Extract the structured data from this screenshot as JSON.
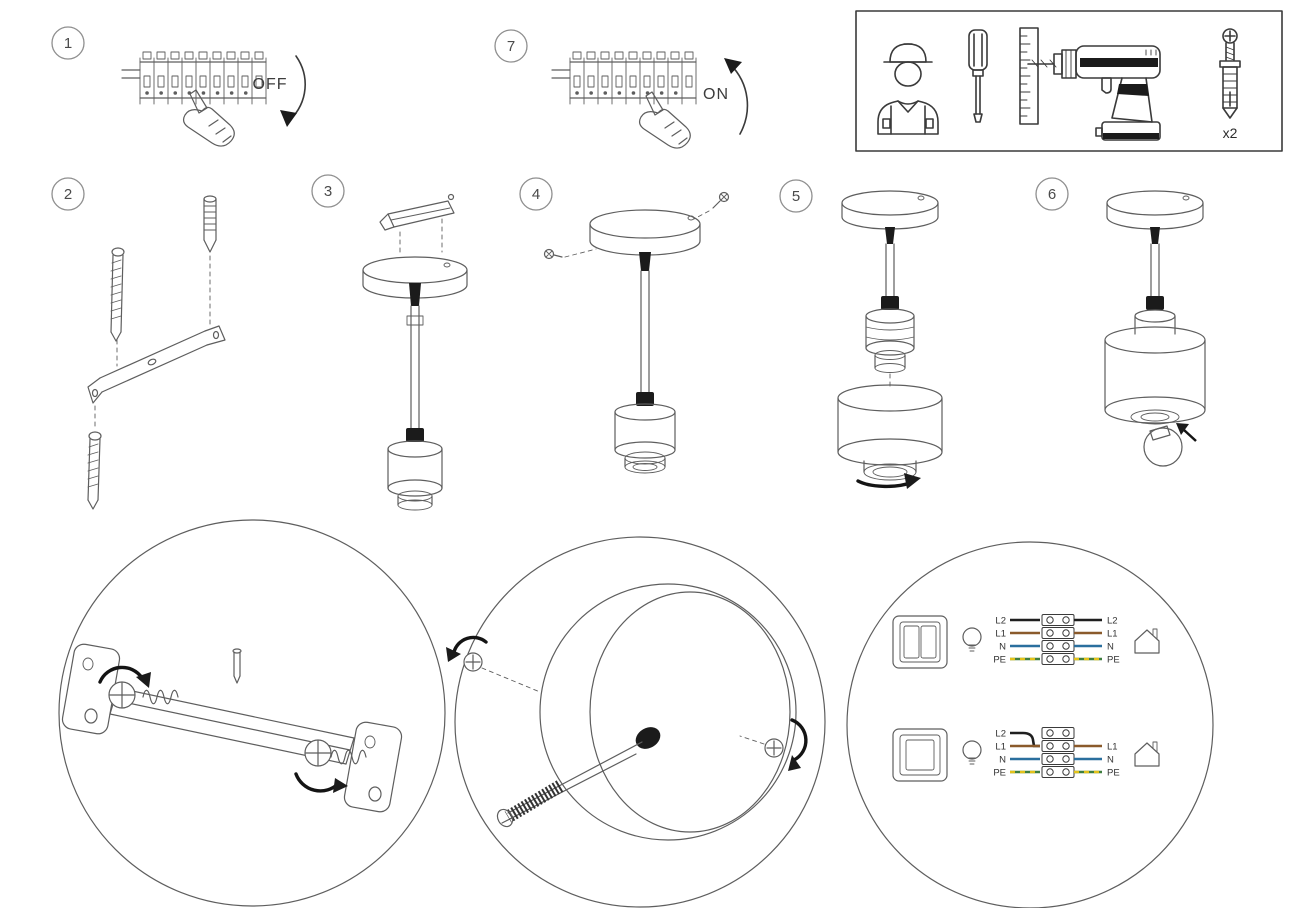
{
  "steps": [
    {
      "num": "1",
      "caption": "OFF"
    },
    {
      "num": "2",
      "caption": ""
    },
    {
      "num": "3",
      "caption": ""
    },
    {
      "num": "4",
      "caption": ""
    },
    {
      "num": "5",
      "caption": ""
    },
    {
      "num": "6",
      "caption": ""
    },
    {
      "num": "7",
      "caption": "ON"
    }
  ],
  "toolbox": {
    "plug_count": "x2",
    "items": [
      "installer",
      "screwdriver",
      "ruler",
      "cordless-drill",
      "wall-plug-with-screw"
    ]
  },
  "wiring": {
    "colors": {
      "l2": "#1f1f1f",
      "l1": "#8a5a2b",
      "n": "#2a6f9e",
      "pe_green": "#3f7f3f",
      "pe_yellow": "#e3c21b"
    },
    "top": {
      "left": [
        "L2",
        "L1",
        "N",
        "PE"
      ],
      "right": [
        "L2",
        "L1",
        "N",
        "PE"
      ]
    },
    "bottom": {
      "left": [
        "L2",
        "L1",
        "N",
        "PE"
      ],
      "right": [
        "L1",
        "N",
        "PE"
      ]
    }
  }
}
